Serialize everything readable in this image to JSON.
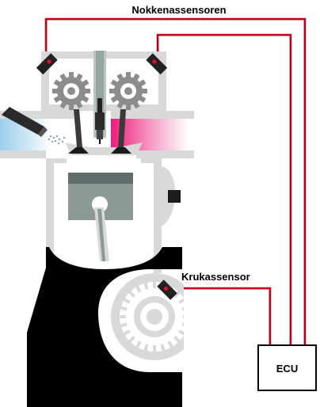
{
  "labels": {
    "camshaft_sensors": "Nokkenassensoren",
    "crank_sensor": "Krukassensor",
    "ecu": "ECU"
  },
  "colors": {
    "wire": "#c0001a",
    "engine_structure": "#d9d9d9",
    "piston": "#8c9a96",
    "engine_block": "#000000",
    "intake_gradient": "#9ccfee",
    "exhaust_gradient": "#ee1b7c",
    "sensor_body": "#222222",
    "sensor_tip": "#e01020"
  },
  "icons": {
    "camshaft_gear": "gear-icon",
    "crank_wheel": "reluctor-wheel-icon",
    "fuel_injector": "injector-icon",
    "spark_plug": "spark-plug-icon"
  }
}
